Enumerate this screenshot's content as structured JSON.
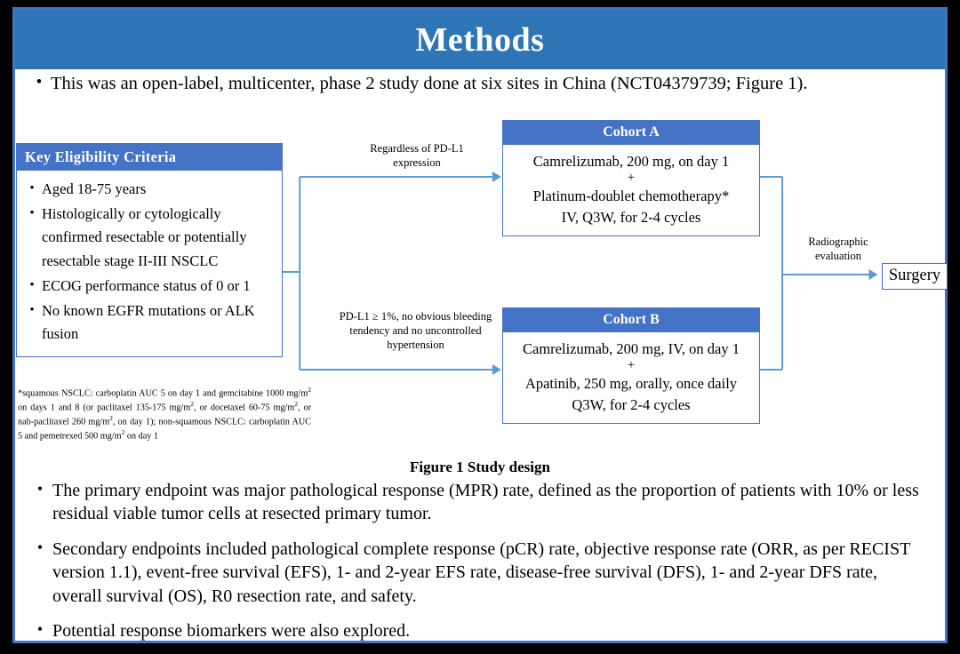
{
  "slide": {
    "title": "Methods",
    "lead_bullet": "This was an open-label, multicenter, phase 2 study done at six sites in China (NCT04379739; Figure 1).",
    "bullet_glyph": "•"
  },
  "figure": {
    "caption": "Figure 1 Study design",
    "eligibility": {
      "header": "Key  Eligibility Criteria",
      "items": [
        "Aged 18-75 years",
        "Histologically or cytologically confirmed resectable or potentially resectable stage II-III  NSCLC",
        "ECOG performance status of 0 or 1",
        "No known EGFR mutations or ALK fusion"
      ]
    },
    "footnote": "*squamous NSCLC: carboplatin AUC 5 on day 1 and gemcitabine 1000 mg/m2 on days 1 and 8 (or paclitaxel 135-175 mg/m2, or docetaxel 60-75 mg/m2, or nab-paclitaxel 260 mg/m2, on day 1); non-squamous NSCLC: carboplatin AUC 5 and pemetrexed 500 mg/m2 on day 1",
    "cohort_a": {
      "header": "Cohort A",
      "line1": "Camrelizumab, 200 mg, on day 1",
      "plus": "+",
      "line2": "Platinum-doublet chemotherapy*",
      "line3": "IV, Q3W, for 2-4 cycles"
    },
    "cohort_b": {
      "header": "Cohort B",
      "line1": "Camrelizumab, 200 mg, IV, on day 1",
      "plus": "+",
      "line2": "Apatinib, 250 mg, orally, once daily",
      "line3": "Q3W, for 2-4 cycles"
    },
    "label_top": "Regardless of PD-L1 expression",
    "label_bottom": "PD-L1 ≥ 1%, no obvious bleeding tendency and no uncontrolled hypertension",
    "label_radiographic": "Radiographic evaluation",
    "surgery": "Surgery"
  },
  "body_bullets": [
    "The primary endpoint was major pathological response (MPR) rate, defined as the proportion of patients with 10% or less residual viable tumor cells at resected primary tumor.",
    "Secondary endpoints included pathological complete response (pCR) rate, objective response rate (ORR, as per RECIST version 1.1), event-free survival (EFS), 1- and 2-year EFS rate, disease-free survival (DFS), 1- and 2-year DFS rate, overall survival (OS), R0 resection rate, and safety.",
    "Potential response biomarkers were also explored."
  ],
  "colors": {
    "header_blue": "#2E75B6",
    "box_blue": "#4472C4",
    "wire_blue": "#5B9BD5",
    "slide_border": "#4472C4",
    "page_background": "#000000"
  }
}
